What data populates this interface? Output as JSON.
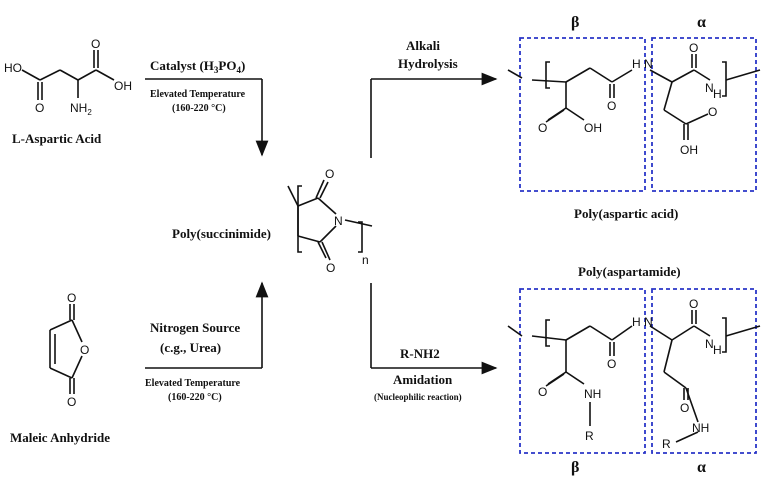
{
  "compounds": {
    "aspartic_acid": {
      "name": "L-Aspartic Acid",
      "ho_left": "HO",
      "oh_right": "OH",
      "nh2": "NH",
      "nh2_sub": "2",
      "o_top": "O",
      "o_bottom": "O"
    },
    "maleic_anhydride": {
      "name": "Maleic Anhydride",
      "o_top": "O",
      "o_ring": "O",
      "o_bottom": "O"
    },
    "polysuccinimide": {
      "name": "Poly(succinimide)",
      "o_top": "O",
      "o_bottom": "O",
      "n": "N",
      "sub_n": "n"
    },
    "poly_aspartic_acid": {
      "name": "Poly(aspartic acid)",
      "beta": "β",
      "alpha": "α",
      "o_beta": "O",
      "oh_beta": "OH",
      "nh_top": "H",
      "n_top": "N",
      "o_alpha_top": "O",
      "nh_alpha": "N",
      "nh_alpha_h": "H",
      "o_alpha_bottom": "O",
      "oh_alpha": "OH"
    },
    "poly_aspartamide": {
      "name": "Poly(aspartamide)",
      "beta": "β",
      "alpha": "α",
      "o_beta": "O",
      "nh_beta": "NH",
      "r_beta": "R",
      "n_top": "N",
      "nh_top": "H",
      "o_alpha_top": "O",
      "nh_alpha": "N",
      "nh_alpha_h": "H",
      "o_alpha_bottom": "O",
      "nh_alpha_side": "NH",
      "r_alpha": "R"
    }
  },
  "reactions": {
    "top_left": {
      "catalyst_prefix": "Catalyst (H",
      "catalyst_sub3": "3",
      "catalyst_mid": "PO",
      "catalyst_sub4": "4",
      "catalyst_suffix": ")",
      "condition": "Elevated Temperature",
      "temp": "(160-220 °C)"
    },
    "bottom_left": {
      "reagent_line1": "Nitrogen Source",
      "reagent_line2": "(c.g., Urea)",
      "condition": "Elevated Temperature",
      "temp": "(160-220 °C)"
    },
    "top_right": {
      "line1": "Alkali",
      "line2": "Hydrolysis"
    },
    "bottom_right": {
      "reagent": "R-NH2",
      "label": "Amidation",
      "note": "(Nucleophilic reaction)"
    }
  }
}
